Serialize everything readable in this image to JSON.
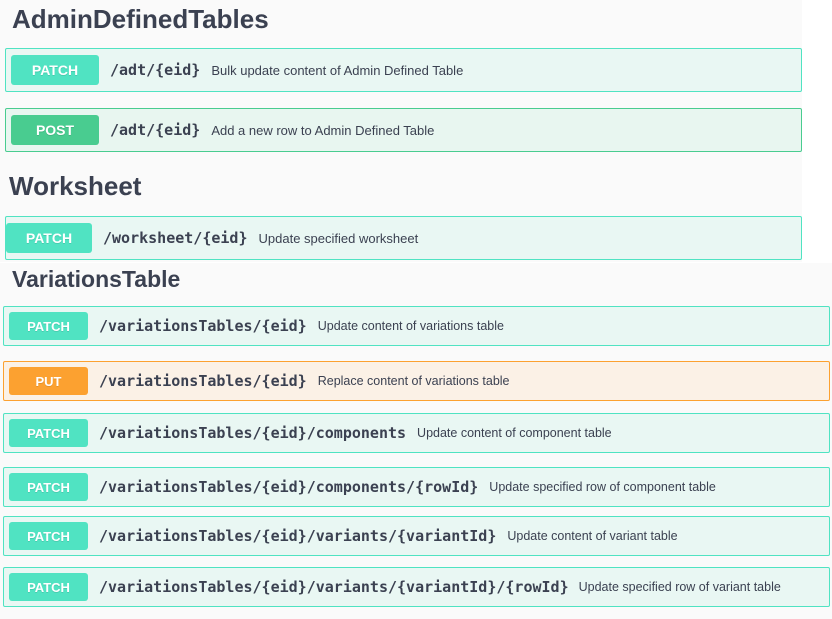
{
  "sections": {
    "admin": {
      "title": "AdminDefinedTables",
      "ops": [
        {
          "method": "PATCH",
          "path": "/adt/{eid}",
          "description": "Bulk update content of Admin Defined Table"
        },
        {
          "method": "POST",
          "path": "/adt/{eid}",
          "description": "Add a new row to Admin Defined Table"
        }
      ]
    },
    "worksheet": {
      "title": "Worksheet",
      "ops": [
        {
          "method": "PATCH",
          "path": "/worksheet/{eid}",
          "description": "Update specified worksheet"
        }
      ]
    },
    "variations": {
      "title": "VariationsTable",
      "ops": [
        {
          "method": "PATCH",
          "path": "/variationsTables/{eid}",
          "description": "Update content of variations table"
        },
        {
          "method": "PUT",
          "path": "/variationsTables/{eid}",
          "description": "Replace content of variations table"
        },
        {
          "method": "PATCH",
          "path": "/variationsTables/{eid}/components",
          "description": "Update content of component table"
        },
        {
          "method": "PATCH",
          "path": "/variationsTables/{eid}/components/{rowId}",
          "description": "Update specified row of component table"
        },
        {
          "method": "PATCH",
          "path": "/variationsTables/{eid}/variants/{variantId}",
          "description": "Update content of variant table"
        },
        {
          "method": "PATCH",
          "path": "/variationsTables/{eid}/variants/{variantId}/{rowId}",
          "description": "Update specified row of variant table"
        }
      ]
    }
  },
  "colors": {
    "patch": "#50e3c2",
    "post": "#49cc90",
    "put": "#fca130",
    "text": "#3b4151"
  }
}
